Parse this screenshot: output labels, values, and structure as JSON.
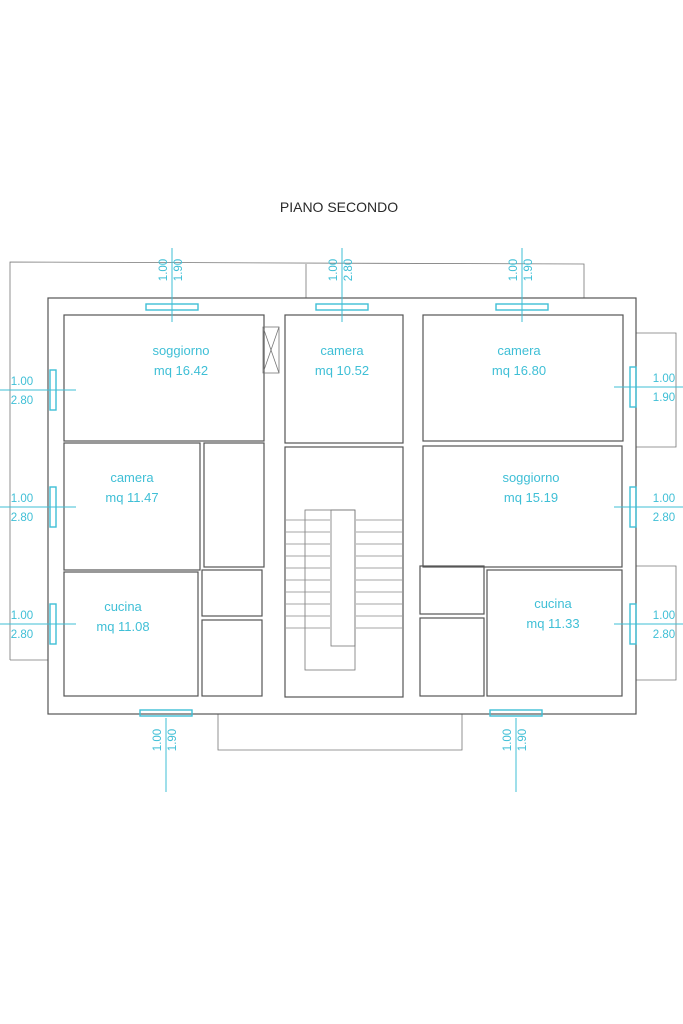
{
  "title": "PIANO SECONDO",
  "colors": {
    "annotation": "#3fbfd6",
    "walls": "#555555"
  },
  "rooms": [
    {
      "name": "soggiorno",
      "area": "mq 16.42"
    },
    {
      "name": "camera",
      "area": "mq 10.52"
    },
    {
      "name": "camera",
      "area": "mq 16.80"
    },
    {
      "name": "camera",
      "area": "mq 11.47"
    },
    {
      "name": "soggiorno",
      "area": "mq 15.19"
    },
    {
      "name": "cucina",
      "area": "mq 11.08"
    },
    {
      "name": "cucina",
      "area": "mq 11.33"
    }
  ],
  "windows": [
    {
      "a": "1.00",
      "b": "1.90"
    },
    {
      "a": "1.00",
      "b": "2.80"
    },
    {
      "a": "1.00",
      "b": "1.90"
    },
    {
      "a": "1.00",
      "b": "2.80"
    },
    {
      "a": "1.00",
      "b": "2.80"
    },
    {
      "a": "1.00",
      "b": "2.80"
    },
    {
      "a": "1.00",
      "b": "1.90"
    },
    {
      "a": "1.00",
      "b": "2.80"
    },
    {
      "a": "1.00",
      "b": "2.80"
    },
    {
      "a": "1.00",
      "b": "1.90"
    },
    {
      "a": "1.00",
      "b": "1.90"
    }
  ]
}
